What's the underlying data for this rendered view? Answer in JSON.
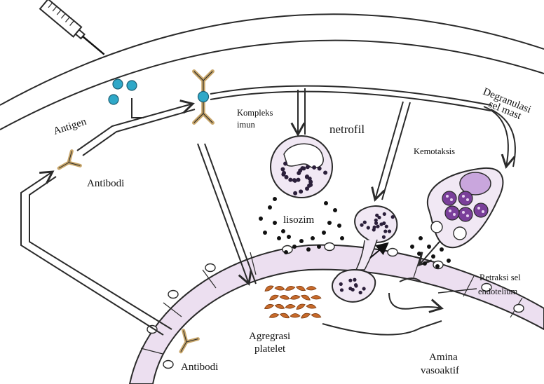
{
  "labels": {
    "antigen": "Antigen",
    "antibodi_top": "Antibodi",
    "kompleks_line1": "Kompleks",
    "kompleks_line2": "imun",
    "netrofil": "netrofil",
    "degranulasi_line1": "Degranulasi",
    "degranulasi_line2": "sel mast",
    "kemotaksis": "Kemotaksis",
    "lisozim": "lisozim",
    "retraksi_line1": "Retraksi sel",
    "retraksi_line2": "endotelium",
    "agregasi_line1": "Agregrasi",
    "agregasi_line2": "platelet",
    "antibodi_bottom": "Antibodi",
    "amina_line1": "Amina",
    "amina_line2": "vasoaktif"
  },
  "colors": {
    "outline": "#2a2a2a",
    "vessel_wall": "#ecdff0",
    "cell_fill": "#f1e8f4",
    "antigen_blue": "#2fa8c8",
    "antibody_tan": "#c8a66a",
    "platelet_orange": "#c86a2a",
    "granule": "#2b1f3a",
    "mast_granule": "#7a3f9a",
    "nucleus_fill": "#c9a6dd"
  },
  "icons": [
    "syringe-icon",
    "antigen-particle-icon",
    "antibody-icon",
    "neutrophil-cell-icon",
    "mast-cell-icon",
    "platelet-icon",
    "endothelial-nucleus-icon"
  ]
}
